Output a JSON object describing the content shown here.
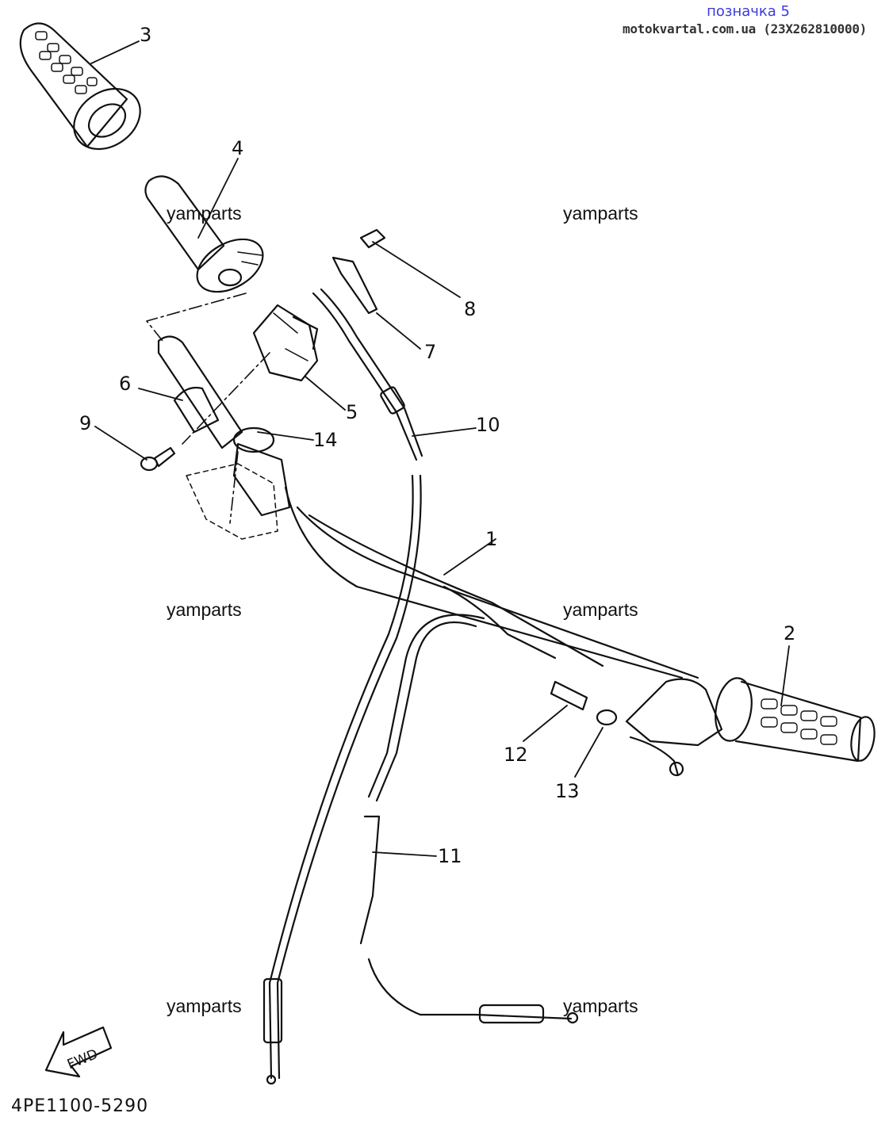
{
  "header": {
    "badge": "позначка 5",
    "site": "motokvartal.com.ua (23X262810000)"
  },
  "watermarks": [
    "yamparts",
    "yamparts",
    "yamparts",
    "yamparts",
    "yamparts",
    "yamparts"
  ],
  "callouts": [
    "1",
    "2",
    "3",
    "4",
    "5",
    "6",
    "7",
    "8",
    "9",
    "10",
    "11",
    "12",
    "13",
    "14"
  ],
  "fwd_label": "FWD",
  "drawing_code": "4PE1100-5290",
  "colors": {
    "line": "#111111",
    "badge": "#3b3bdc",
    "site": "#333333",
    "background": "#ffffff"
  }
}
